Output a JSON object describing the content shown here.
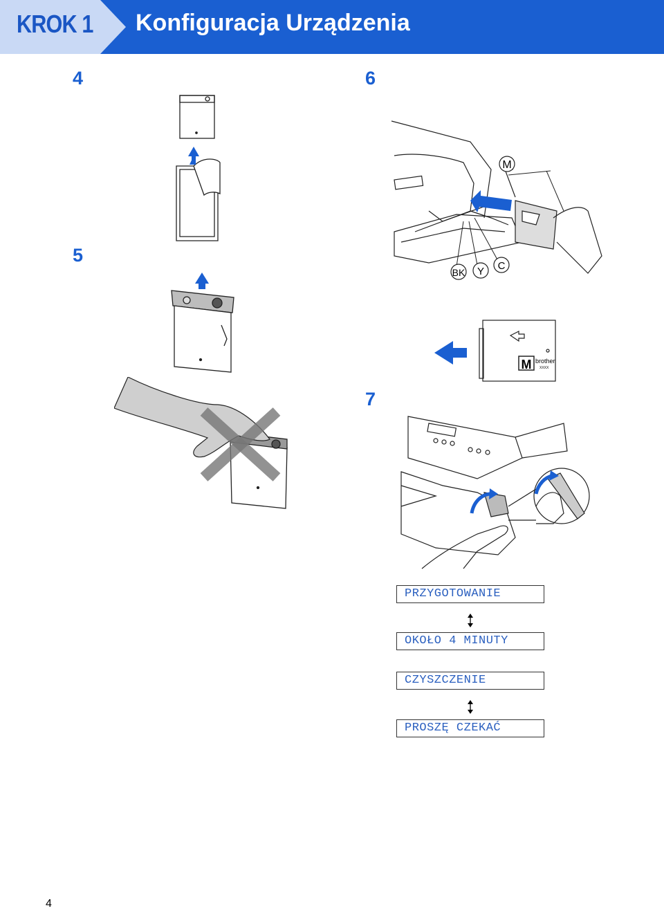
{
  "header": {
    "step_label": "KROK 1",
    "title": "Konfiguracja Urządzenia"
  },
  "steps": [
    "4",
    "5",
    "6",
    "7"
  ],
  "figure6": {
    "callouts": [
      "M",
      "BK",
      "Y",
      "C"
    ],
    "cartridge_letter": "M",
    "cartridge_brand": "brother",
    "cartridge_code": "XXXX"
  },
  "lcd": {
    "msg1": "PRZYGOTOWANIE",
    "msg2": "OKOŁO 4 MINUTY",
    "msg3": "CZYSZCZENIE",
    "msg4": "PROSZĘ CZEKAĆ"
  },
  "colors": {
    "accent": "#1a5fd1",
    "light_accent": "#c9d9f5"
  },
  "page_number": "4"
}
